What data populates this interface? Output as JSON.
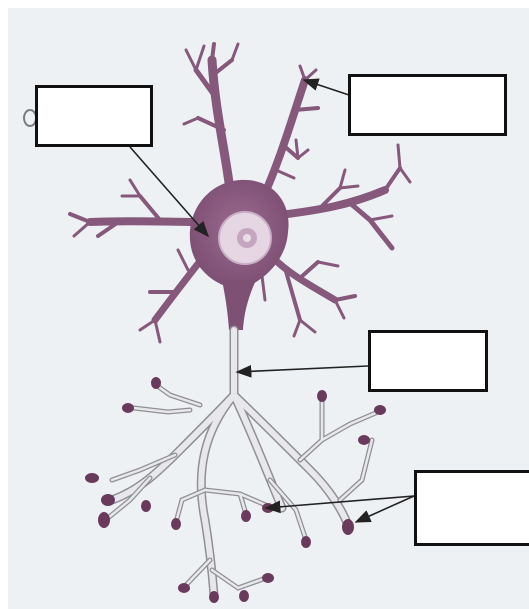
{
  "diagram": {
    "labels": [
      {
        "id": "label-box-top-left",
        "text": ""
      },
      {
        "id": "label-box-top-right",
        "text": ""
      },
      {
        "id": "label-box-middle-right",
        "text": ""
      },
      {
        "id": "label-box-bottom-right",
        "text": ""
      }
    ]
  },
  "colors": {
    "background": "#eef1f4",
    "cell_body": "#8a5a7e",
    "cell_dark": "#6e4265",
    "nucleus_ring": "#e8d8e6",
    "nucleolus": "#b898b4",
    "axon": "#e6e6ea",
    "axon_outline": "#8f8f96",
    "terminal": "#6a3a5c",
    "arrow": "#222222",
    "box_border": "#111111"
  }
}
